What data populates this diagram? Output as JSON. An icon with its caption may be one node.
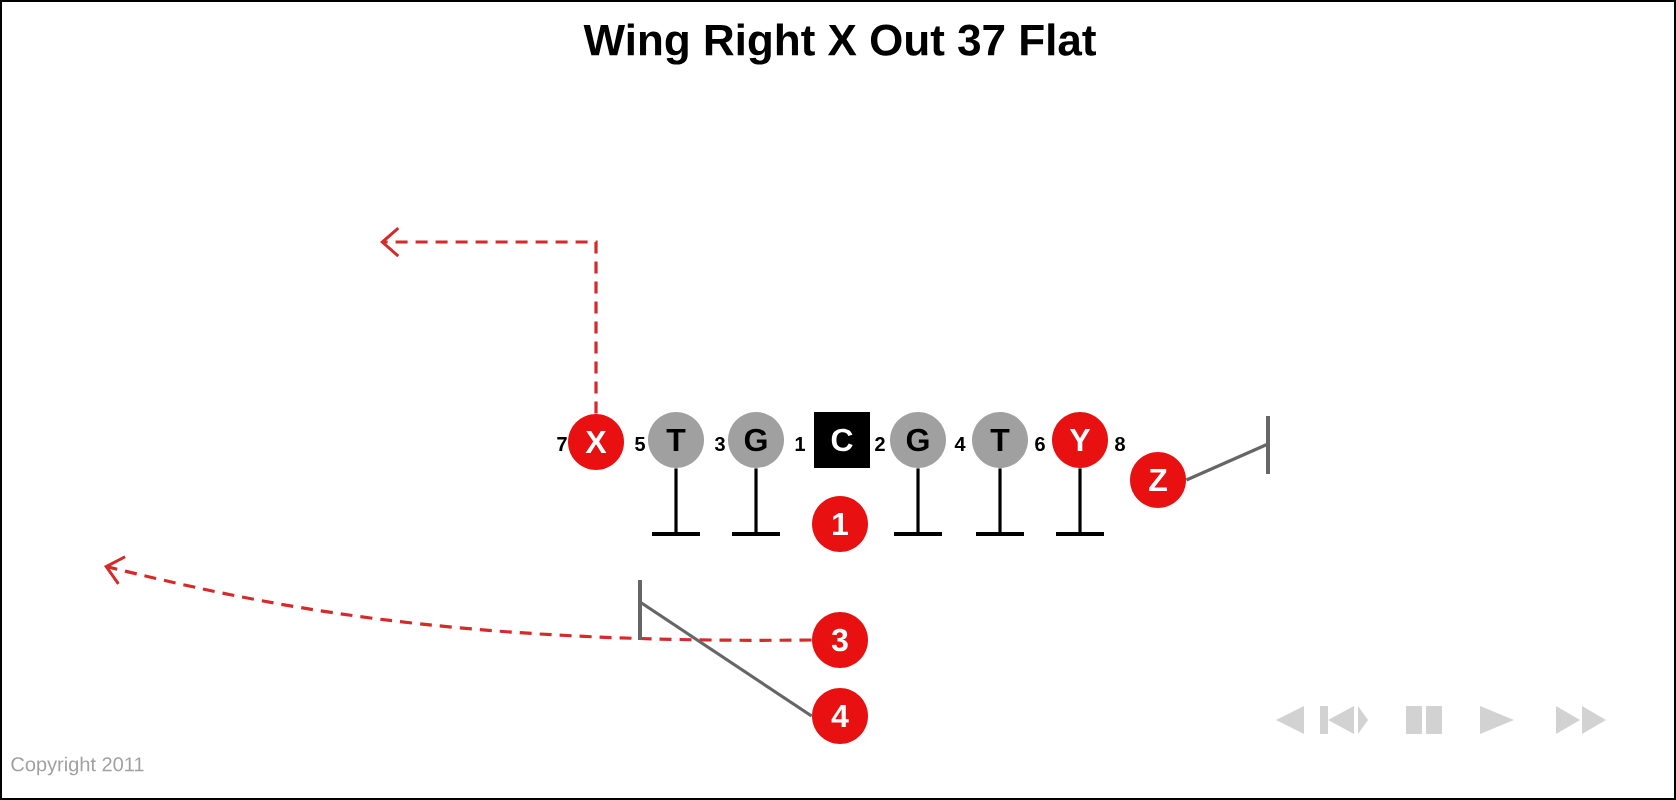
{
  "diagram": {
    "title": "Wing Right X Out 37 Flat",
    "nodes": [
      {
        "text": [
          "X"
        ]
      },
      {
        "text": [
          "T"
        ]
      },
      {
        "text": [
          "G"
        ]
      },
      {
        "text": [
          "C"
        ]
      },
      {
        "text": [
          "G"
        ]
      },
      {
        "text": [
          "T"
        ]
      },
      {
        "text": [
          "Y"
        ]
      },
      {
        "text": [
          "Z"
        ]
      },
      {
        "text": [
          "1"
        ]
      },
      {
        "text": [
          "3"
        ]
      },
      {
        "text": [
          "4"
        ]
      }
    ],
    "edges": [
      {
        "from": 0,
        "to": null,
        "arrow": "to",
        "style": "dashed",
        "color": "#d42a2a"
      },
      {
        "from": 1,
        "to": null,
        "arrow": "other"
      },
      {
        "from": 2,
        "to": null,
        "arrow": "other"
      },
      {
        "from": 4,
        "to": null,
        "arrow": "other"
      },
      {
        "from": 5,
        "to": null,
        "arrow": "other"
      },
      {
        "from": 6,
        "to": null,
        "arrow": "other"
      },
      {
        "from": 7,
        "to": null,
        "arrow": "other",
        "color": "#666666"
      },
      {
        "from": 9,
        "to": null,
        "arrow": "to",
        "style": "dashed",
        "color": "#d42a2a"
      },
      {
        "from": 10,
        "to": null,
        "arrow": "other",
        "color": "#666666"
      }
    ],
    "labels": [
      "7",
      "5",
      "3",
      "1",
      "2",
      "4",
      "6",
      "8",
      "Copyright 2011"
    ]
  }
}
